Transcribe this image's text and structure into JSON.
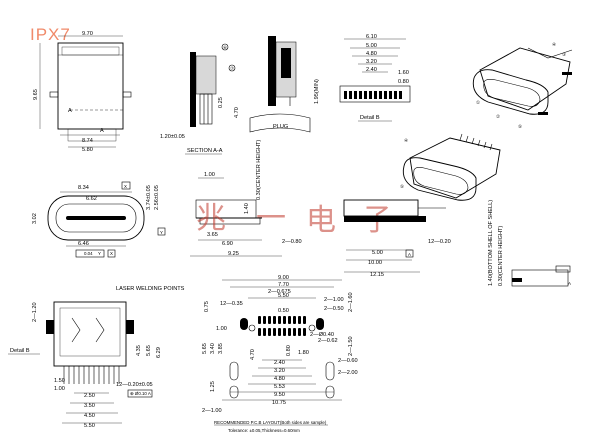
{
  "header": {
    "model": "IPX7"
  },
  "watermark": {
    "chars": [
      "兆",
      "一",
      "电",
      "子"
    ]
  },
  "top_left_view": {
    "dims": [
      "9.70",
      "9.65",
      "8.74",
      "5.80"
    ],
    "section_marks": [
      "A",
      "A"
    ]
  },
  "side_view": {
    "dims": [
      "1.20±0.05",
      "4.70",
      "0.25"
    ],
    "callouts": [
      "⑥",
      "⑦"
    ],
    "section_label": "SECTION A-A"
  },
  "plug_view": {
    "dims": [
      "1.95(MIN)"
    ],
    "plug_label": "PLUG"
  },
  "pin_view": {
    "dims": [
      "6.10",
      "5.00",
      "4.80",
      "3.20",
      "2.40",
      "1.60",
      "0.80"
    ],
    "detail_label": "Detail B"
  },
  "iso_view_top": {
    "callouts": [
      "④",
      "⑤",
      "①",
      "②",
      "③"
    ]
  },
  "front_view": {
    "dims": [
      "8.34",
      "6.62",
      "3.02",
      "3.74±0.05",
      "2.56±0.05",
      "6.46",
      "0.04",
      "Y"
    ],
    "datum_labels": [
      "X",
      "Y",
      "X"
    ]
  },
  "profile_view": {
    "dims": [
      "1.00",
      "0.30(CENTER HEIGHT)",
      "1.40",
      "3.65",
      "6.90",
      "2—0.80",
      "9.25"
    ]
  },
  "iso_view_mid": {
    "callouts": [
      "④",
      "⑤"
    ]
  },
  "right_profile": {
    "dims": [
      "5.00",
      "10.00",
      "12—0.20",
      "12.15",
      "1.40(BOTTOM SHELL OF SHELL)",
      "0.30(CENTER HEIGHT)",
      "A",
      "A"
    ]
  },
  "bottom_view": {
    "dims": [
      "2—1.20",
      "5.65",
      "6.29",
      "4.35",
      "1.50",
      "2.50",
      "3.50",
      "4.50",
      "5.50",
      "12—0.20±0.05",
      "1.00"
    ],
    "notes": [
      "LASER WELDING POINTS"
    ],
    "detail_label": "Detail B",
    "tol_box": "⊕ Ø0.10 A"
  },
  "pcb_layout": {
    "dims_top": [
      "9.00",
      "7.70",
      "2—0.675",
      "5.50",
      "12—0.35",
      "2—1.00",
      "2—0.50",
      "2—1.60",
      "0.50",
      "0.75"
    ],
    "dims_mid": [
      "1.00",
      "5.65",
      "3.40",
      "3.85",
      "4.70",
      "2—Ø0.40",
      "1.80",
      "0.80",
      "2—0.62",
      "2—1.50",
      "2—0.60",
      "2—2.00"
    ],
    "dims_bottom": [
      "2.40",
      "3.20",
      "4.80",
      "5.53",
      "9.50",
      "10.75",
      "2—1.00",
      "1.25"
    ],
    "caption": "RECOMMENDED P.C.B LAYOUT(Both sides are sample)",
    "tolerance": "Tolerance: ±0.05,Thickness=0.60mm"
  }
}
